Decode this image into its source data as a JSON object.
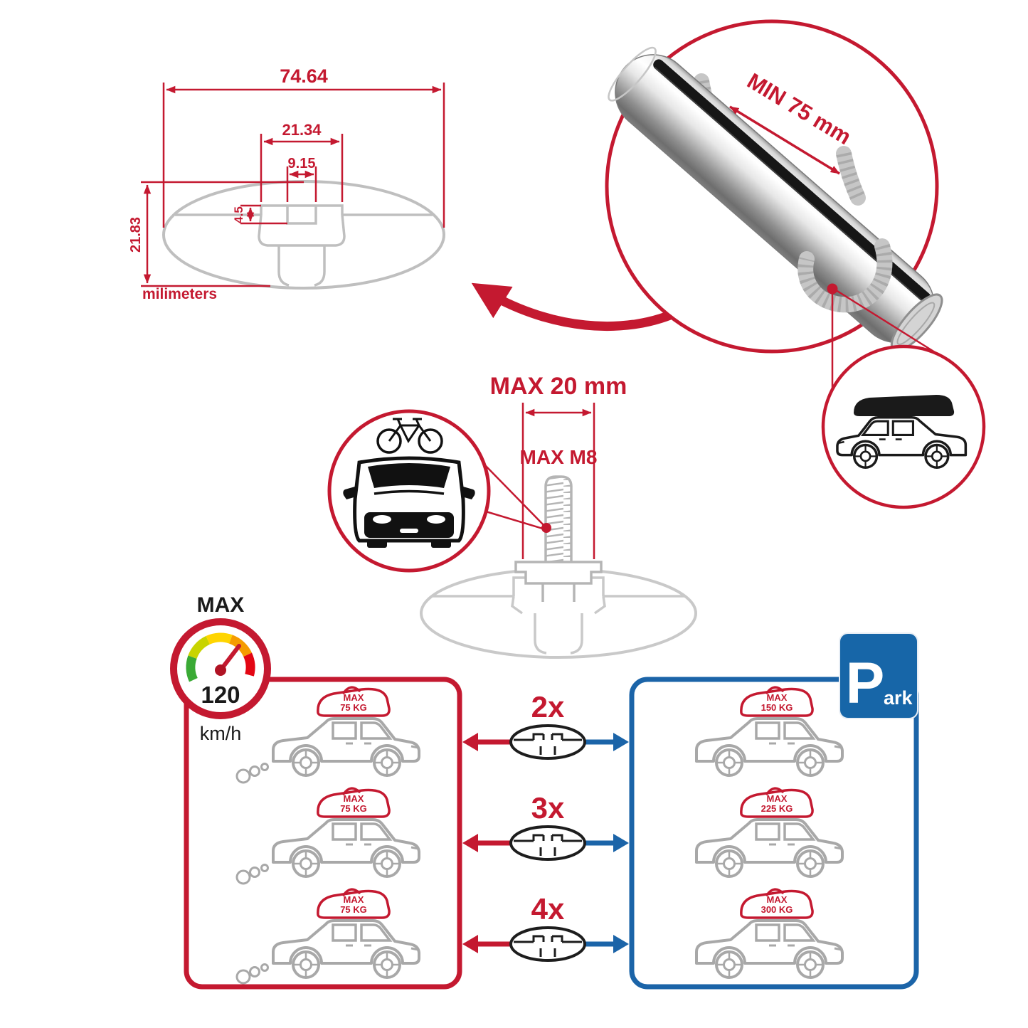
{
  "diagram": {
    "dimensions": {
      "total_width": "74.64",
      "channel_width": "21.34",
      "slot_width": "9.15",
      "lip_depth": "4.5",
      "height": "21.83",
      "unit": "milimeters"
    },
    "clamp": {
      "min_spacing": "MIN 75 mm"
    },
    "bolt": {
      "max_length": "MAX 20 mm",
      "max_thread": "MAX M8"
    },
    "speed_limit": {
      "label": "MAX",
      "value": "120",
      "unit": "km/h"
    },
    "park_sign": {
      "letter": "P",
      "suffix": "ark"
    },
    "quantities": [
      {
        "label": "2x"
      },
      {
        "label": "3x"
      },
      {
        "label": "4x"
      }
    ],
    "load_red": [
      {
        "line1": "MAX",
        "line2": "75 KG"
      },
      {
        "line1": "MAX",
        "line2": "75 KG"
      },
      {
        "line1": "MAX",
        "line2": "75 KG"
      }
    ],
    "load_blue": [
      {
        "line1": "MAX",
        "line2": "150 KG"
      },
      {
        "line1": "MAX",
        "line2": "225 KG"
      },
      {
        "line1": "MAX",
        "line2": "300 KG"
      }
    ],
    "colors": {
      "red": "#c41930",
      "blue": "#1b64a8",
      "gray_lineart": "#b9b9b9",
      "black": "#1a1a1a"
    }
  }
}
